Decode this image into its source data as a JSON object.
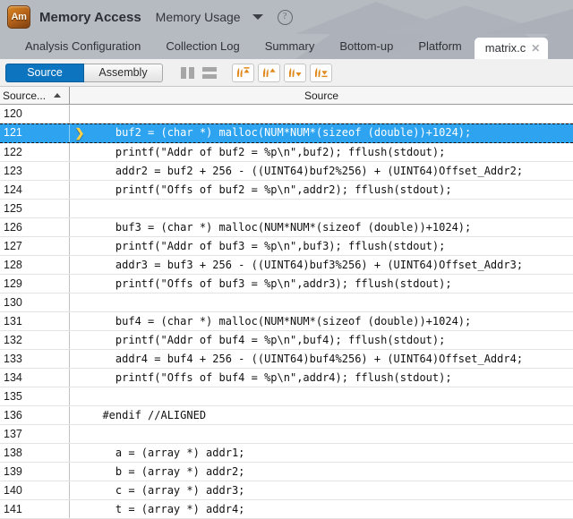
{
  "header": {
    "logo_text": "Am",
    "logo_name": "amplifier-logo",
    "app_title": "Memory Access",
    "project_name": "Memory Usage",
    "dropdown_icon": "chevron-down-icon",
    "help_icon": "?"
  },
  "tabs": [
    {
      "label": "Analysis Configuration",
      "active": false
    },
    {
      "label": "Collection Log",
      "active": false
    },
    {
      "label": "Summary",
      "active": false
    },
    {
      "label": "Bottom-up",
      "active": false
    },
    {
      "label": "Platform",
      "active": false
    },
    {
      "label": "matrix.c",
      "active": true,
      "close_icon": "✕"
    }
  ],
  "toolbar": {
    "view_buttons": [
      {
        "label": "Source",
        "active": true
      },
      {
        "label": "Assembly",
        "active": false
      }
    ],
    "layout_icons": [
      {
        "name": "split-vertical-icon"
      },
      {
        "name": "split-horizontal-icon"
      }
    ],
    "nav_buttons": [
      {
        "name": "hotspot-first-icon",
        "title": "First hotspot"
      },
      {
        "name": "hotspot-previous-icon",
        "title": "Previous hotspot"
      },
      {
        "name": "hotspot-next-icon",
        "title": "Next hotspot"
      },
      {
        "name": "hotspot-last-icon",
        "title": "Last hotspot"
      }
    ],
    "accent_color": "#0d74bf",
    "nav_icon_color": "#e08a1e"
  },
  "grid": {
    "columns": [
      {
        "label": "Source...",
        "sort": "asc"
      },
      {
        "label": "Source"
      }
    ],
    "rows": [
      {
        "line": "120",
        "code": "",
        "marker": "",
        "selected": false
      },
      {
        "line": "121",
        "code": "    buf2 = (char *) malloc(NUM*NUM*(sizeof (double))+1024);",
        "marker": "❯",
        "selected": true
      },
      {
        "line": "122",
        "code": "    printf(\"Addr of buf2 = %p\\n\",buf2); fflush(stdout);",
        "marker": "",
        "selected": false
      },
      {
        "line": "123",
        "code": "    addr2 = buf2 + 256 - ((UINT64)buf2%256) + (UINT64)Offset_Addr2;",
        "marker": "",
        "selected": false
      },
      {
        "line": "124",
        "code": "    printf(\"Offs of buf2 = %p\\n\",addr2); fflush(stdout);",
        "marker": "",
        "selected": false
      },
      {
        "line": "125",
        "code": "",
        "marker": "",
        "selected": false
      },
      {
        "line": "126",
        "code": "    buf3 = (char *) malloc(NUM*NUM*(sizeof (double))+1024);",
        "marker": "",
        "selected": false
      },
      {
        "line": "127",
        "code": "    printf(\"Addr of buf3 = %p\\n\",buf3); fflush(stdout);",
        "marker": "",
        "selected": false
      },
      {
        "line": "128",
        "code": "    addr3 = buf3 + 256 - ((UINT64)buf3%256) + (UINT64)Offset_Addr3;",
        "marker": "",
        "selected": false
      },
      {
        "line": "129",
        "code": "    printf(\"Offs of buf3 = %p\\n\",addr3); fflush(stdout);",
        "marker": "",
        "selected": false
      },
      {
        "line": "130",
        "code": "",
        "marker": "",
        "selected": false
      },
      {
        "line": "131",
        "code": "    buf4 = (char *) malloc(NUM*NUM*(sizeof (double))+1024);",
        "marker": "",
        "selected": false
      },
      {
        "line": "132",
        "code": "    printf(\"Addr of buf4 = %p\\n\",buf4); fflush(stdout);",
        "marker": "",
        "selected": false
      },
      {
        "line": "133",
        "code": "    addr4 = buf4 + 256 - ((UINT64)buf4%256) + (UINT64)Offset_Addr4;",
        "marker": "",
        "selected": false
      },
      {
        "line": "134",
        "code": "    printf(\"Offs of buf4 = %p\\n\",addr4); fflush(stdout);",
        "marker": "",
        "selected": false
      },
      {
        "line": "135",
        "code": "",
        "marker": "",
        "selected": false
      },
      {
        "line": "136",
        "code": "  #endif //ALIGNED",
        "marker": "",
        "selected": false
      },
      {
        "line": "137",
        "code": "",
        "marker": "",
        "selected": false
      },
      {
        "line": "138",
        "code": "    a = (array *) addr1;",
        "marker": "",
        "selected": false
      },
      {
        "line": "139",
        "code": "    b = (array *) addr2;",
        "marker": "",
        "selected": false
      },
      {
        "line": "140",
        "code": "    c = (array *) addr3;",
        "marker": "",
        "selected": false
      },
      {
        "line": "141",
        "code": "    t = (array *) addr4;",
        "marker": "",
        "selected": false
      }
    ]
  }
}
